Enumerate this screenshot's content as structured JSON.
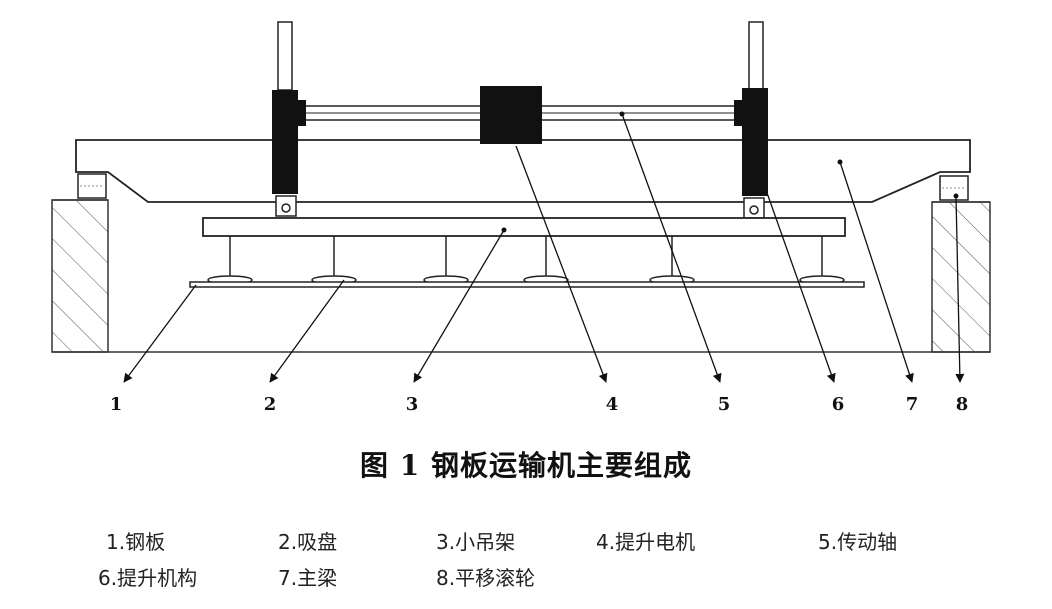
{
  "figure": {
    "labels": [
      "1",
      "2",
      "3",
      "4",
      "5",
      "6",
      "7",
      "8"
    ]
  },
  "caption": "图 1  钢板运输机主要组成",
  "legend": [
    "1.钢板",
    "2.吸盘",
    "3.小吊架",
    "4.提升电机",
    "5.传动轴",
    "6.提升机构",
    "7.主梁",
    "8.平移滚轮"
  ]
}
